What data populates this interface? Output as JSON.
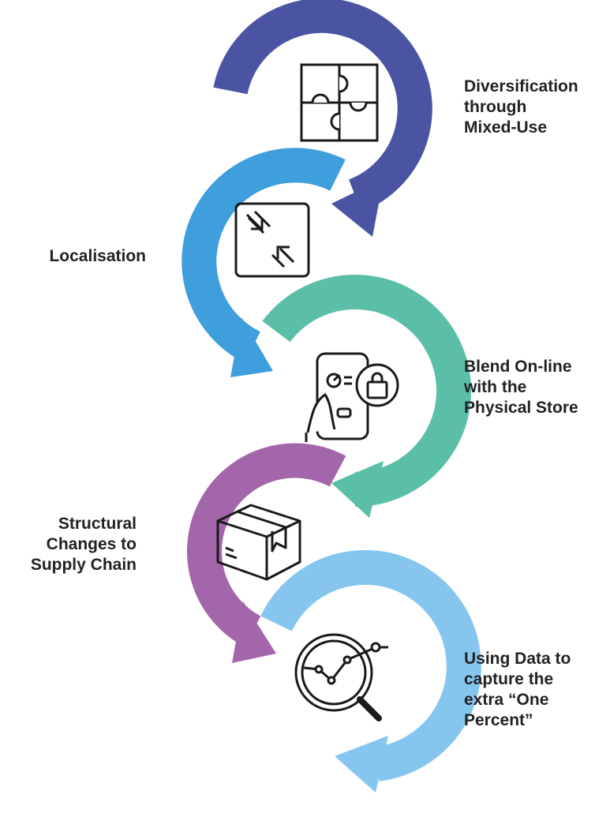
{
  "steps": [
    {
      "lines": [
        "Diversification",
        "through",
        "Mixed-Use"
      ],
      "icon": "puzzle-icon",
      "color": "#4A54A3"
    },
    {
      "lines": [
        "Localisation"
      ],
      "icon": "collapse-arrows-icon",
      "color": "#3E9FDC"
    },
    {
      "lines": [
        "Blend On-line",
        "with the",
        "Physical Store"
      ],
      "icon": "phone-shopping-icon",
      "color": "#5BBFA7"
    },
    {
      "lines": [
        "Structural",
        "Changes to",
        "Supply Chain"
      ],
      "icon": "box-icon",
      "color": "#A466AA"
    },
    {
      "lines": [
        "Using Data to",
        "capture the",
        "extra “One",
        "Percent”"
      ],
      "icon": "data-magnifier-icon",
      "color": "#86C6EE"
    }
  ]
}
